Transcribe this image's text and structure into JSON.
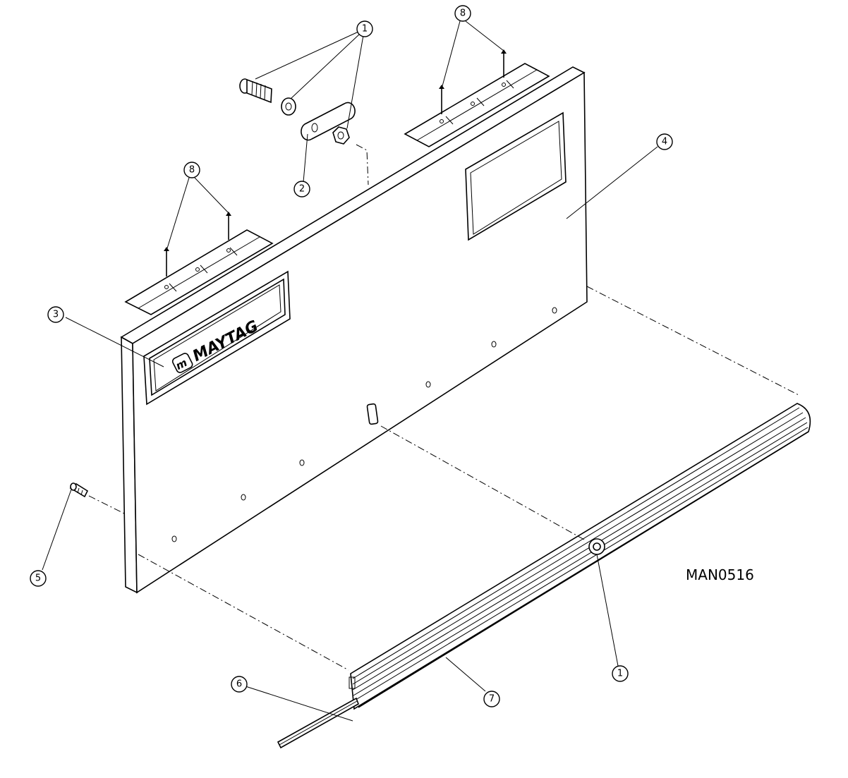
{
  "drawing": {
    "reference_code": "MAN0516",
    "brand_text": "MAYTAG",
    "callouts": [
      {
        "label": "1"
      },
      {
        "label": "2"
      },
      {
        "label": "3"
      },
      {
        "label": "4"
      },
      {
        "label": "5"
      },
      {
        "label": "6"
      },
      {
        "label": "7"
      },
      {
        "label": "8"
      },
      {
        "label": "8"
      },
      {
        "label": "1"
      }
    ]
  }
}
